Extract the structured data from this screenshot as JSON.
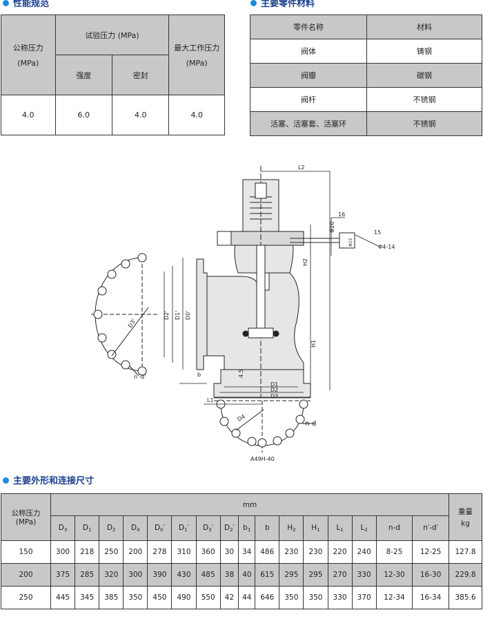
{
  "perf": {
    "title": "性能规范",
    "h_nominal": "公称压力",
    "h_nominal_unit": "(MPa)",
    "h_test": "试验压力 (MPa)",
    "h_strength": "强度",
    "h_seal": "密封",
    "h_maxwork": "最大工作压力",
    "h_maxwork_unit": "(MPa)",
    "row": [
      "4.0",
      "6.0",
      "4.0",
      "4.0"
    ]
  },
  "parts": {
    "title": "主要零件材料",
    "h_name": "零件名称",
    "h_material": "材料",
    "rows": [
      [
        "阀体",
        "铸钢"
      ],
      [
        "阀瓣",
        "碳钢"
      ],
      [
        "阀杆",
        "不锈钢"
      ],
      [
        "活塞、活塞套、活塞环",
        "不锈钢"
      ]
    ]
  },
  "drawing": {
    "model": "A49H-40",
    "labels": {
      "L2": "L2",
      "16": "16",
      "phi20": "Φ20",
      "phi15": "Φ15",
      "15": "15",
      "phi4_14": "Φ4-14",
      "H2": "H2",
      "H1": "H1",
      "D3p": "D3'",
      "D2p": "D2'",
      "D1p": "D1'",
      "D0p": "D0'",
      "b": "b",
      "45": "4.5",
      "D1": "D1",
      "D2": "D2",
      "D3": "D3",
      "L1": "L1",
      "D4": "D4",
      "nd": "n-d",
      "ndp": "n'-d'"
    }
  },
  "dims": {
    "title": "主要外形和连接尺寸",
    "h_nominal": "公称压力",
    "h_nominal_unit": "(MPa)",
    "h_mm": "mm",
    "h_weight": "重量",
    "h_weight_unit": "kg",
    "cols": [
      {
        "main": "D",
        "sub": "3"
      },
      {
        "main": "D",
        "sub": "1"
      },
      {
        "main": "D",
        "sub": "2"
      },
      {
        "main": "D",
        "sub": "4"
      },
      {
        "main": "D",
        "sub": "0",
        "p": "′"
      },
      {
        "main": "D",
        "sub": "1",
        "p": "′"
      },
      {
        "main": "D",
        "sub": "3",
        "p": "′"
      },
      {
        "main": "D",
        "sub": "2",
        "p": "′"
      },
      {
        "main": "b",
        "sub": "1"
      },
      {
        "main": "b",
        "sub": ""
      },
      {
        "main": "H",
        "sub": "2"
      },
      {
        "main": "H",
        "sub": "1"
      },
      {
        "main": "L",
        "sub": "1"
      },
      {
        "main": "L",
        "sub": "2"
      },
      {
        "main": "n-d",
        "sub": ""
      },
      {
        "main": "n′-d′",
        "sub": ""
      }
    ],
    "rows": [
      [
        "150",
        "300",
        "218",
        "250",
        "200",
        "278",
        "310",
        "360",
        "30",
        "34",
        "486",
        "230",
        "230",
        "220",
        "240",
        "8-25",
        "12-25",
        "127.8"
      ],
      [
        "200",
        "375",
        "285",
        "320",
        "300",
        "390",
        "430",
        "485",
        "38",
        "40",
        "615",
        "295",
        "295",
        "270",
        "330",
        "12-30",
        "16-30",
        "229.8"
      ],
      [
        "250",
        "445",
        "345",
        "385",
        "350",
        "450",
        "490",
        "550",
        "42",
        "44",
        "646",
        "350",
        "350",
        "330",
        "370",
        "12-34",
        "16-34",
        "385.6"
      ]
    ]
  }
}
